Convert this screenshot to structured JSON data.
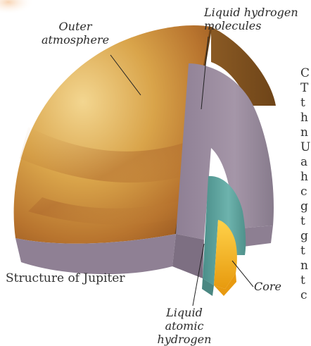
{
  "labels": {
    "outer_atmosphere": "Outer\natmosphere",
    "liquid_hydrogen_molecules": "Liquid hydrogen\nmolecules",
    "liquid_atomic_hydrogen": "Liquid\natomic hydrogen",
    "core": "Core"
  },
  "caption": "Structure of Jupiter",
  "side_text": "C\nT\nt\nh\nn\nU\na\nh\nc\ng\nt\ng\nt\nn\nt\nc",
  "colors": {
    "atmosphere": "#d9a44a",
    "molecular_layer": "#9b8a9e",
    "atomic_layer": "#5fa6a0",
    "core": "#f2b51c"
  }
}
